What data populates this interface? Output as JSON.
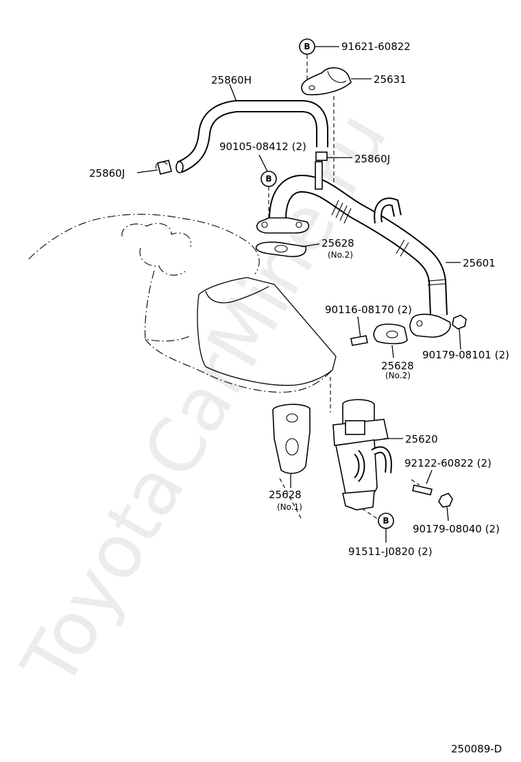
{
  "watermark": "ToyotaCarMine.ru",
  "diagram_code": "250089-D",
  "callout_letter": "B",
  "parts": {
    "bolt_top": "91621-60822",
    "clamp_25631": "25631",
    "hose_25860h": "25860H",
    "bolt_90105": "90105-08412 (2)",
    "clip_left": "25860J",
    "clip_right": "25860J",
    "gasket_no2_top": "25628",
    "gasket_no2_top_sub": "(No.2)",
    "pipe_25601": "25601",
    "stud_90116": "90116-08170 (2)",
    "nut_90179_08101": "90179-08101 (2)",
    "gasket_no2_mid": "25628",
    "gasket_no2_mid_sub": "(No.2)",
    "valve_25620": "25620",
    "stud_92122": "92122-60822 (2)",
    "gasket_no1": "25628",
    "gasket_no1_sub": "(No.1)",
    "nut_90179_08040": "90179-08040 (2)",
    "bolt_91511": "91511-J0820 (2)"
  }
}
